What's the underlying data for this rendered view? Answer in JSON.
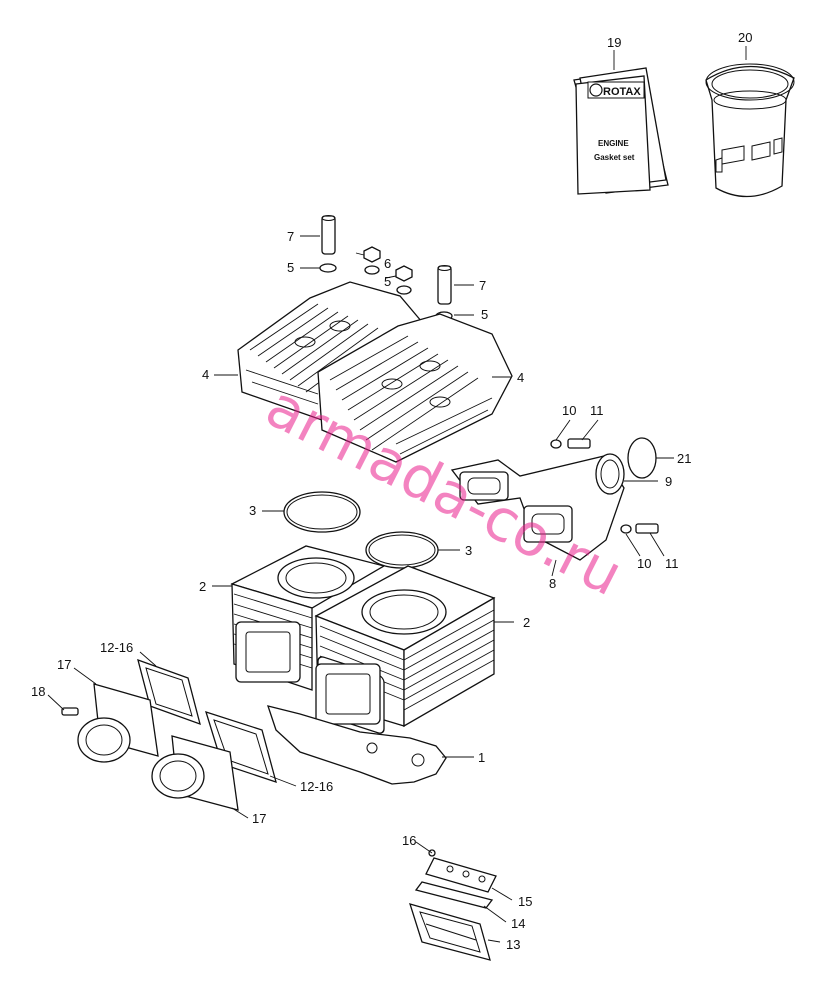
{
  "callouts": {
    "c19": "19",
    "c20": "20",
    "c7a": "7",
    "c5a": "5",
    "c6": "6",
    "c5b": "5",
    "c7b": "7",
    "c5c": "5",
    "c4a": "4",
    "c4b": "4",
    "c10a": "10",
    "c11a": "11",
    "c21": "21",
    "c9": "9",
    "c3a": "3",
    "c3b": "3",
    "c2a": "2",
    "c2b": "2",
    "c10b": "10",
    "c11b": "11",
    "c8": "8",
    "c1216a": "12-16",
    "c17a": "17",
    "c18": "18",
    "c1": "1",
    "c1216b": "12-16",
    "c17b": "17",
    "c16": "16",
    "c15": "15",
    "c14": "14",
    "c13": "13"
  },
  "gasket_set": {
    "brand": "ROTAX",
    "line1": "ENGINE",
    "line2": "Gasket set"
  },
  "watermark": "armada-co.ru"
}
